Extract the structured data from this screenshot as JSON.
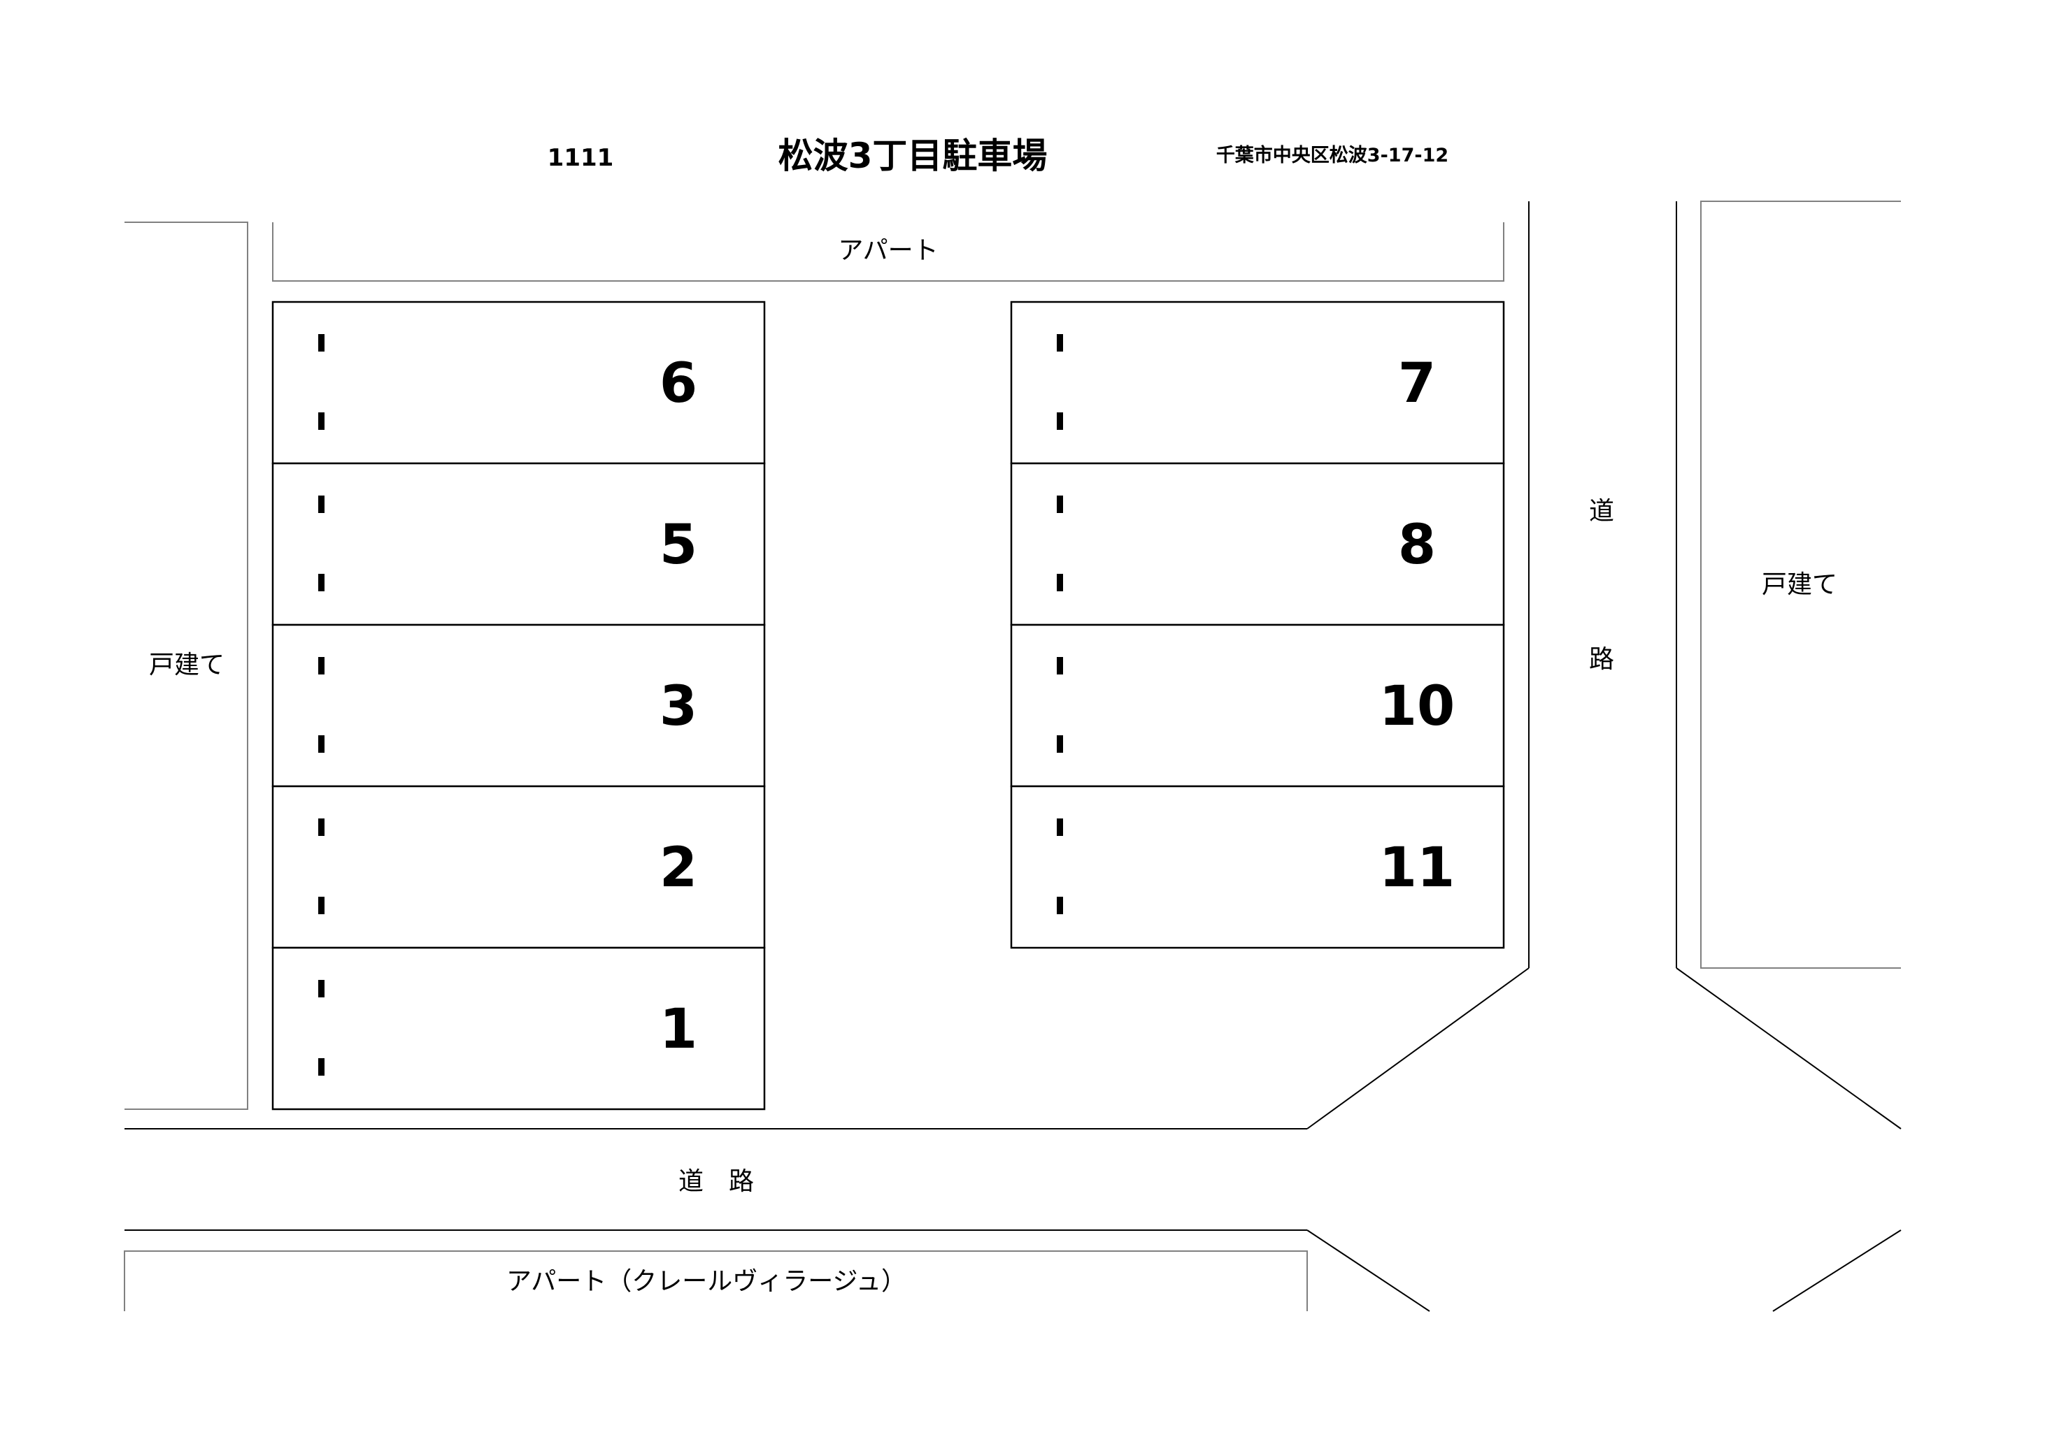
{
  "header": {
    "lot_id": "1111",
    "title": "松波3丁目駐車場",
    "address": "千葉市中央区松波3-17-12"
  },
  "labels": {
    "apart_top": "アパート",
    "detached_left": "戸建て",
    "detached_right": "戸建て",
    "road_vertical_1": "道",
    "road_vertical_2": "路",
    "road_bottom": "道　路",
    "apart_bottom": "アパート（クレールヴィラージュ）"
  },
  "stalls": {
    "left": [
      "6",
      "5",
      "3",
      "2",
      "1"
    ],
    "right": [
      "7",
      "8",
      "10",
      "11"
    ]
  }
}
